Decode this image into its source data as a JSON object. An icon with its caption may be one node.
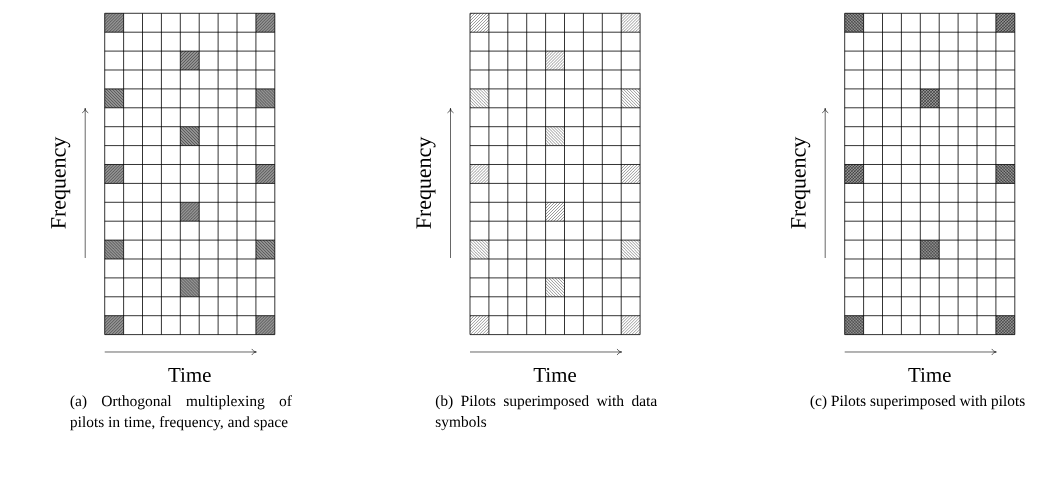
{
  "diagram": {
    "labels": [
      "Frequency",
      "Frequency",
      "Frequency",
      "Time",
      "Time",
      "Time",
      "(a) Orthogonal multiplexing of pilots in time, frequency, and space",
      "(b) Pilots superimposed with data symbols",
      "(c) Pilots superimposed with pilots"
    ]
  }
}
